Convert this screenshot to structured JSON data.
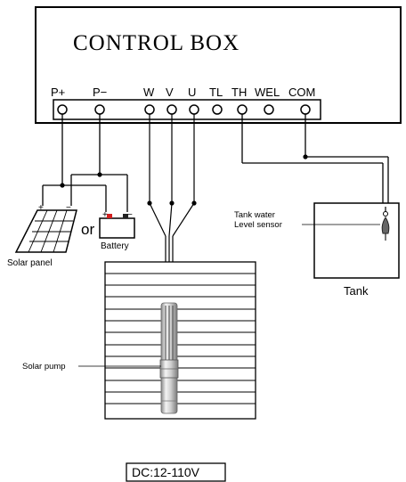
{
  "control_box": {
    "title": "CONTROL BOX",
    "terminals": [
      "P+",
      "P−",
      "W",
      "V",
      "U",
      "TL",
      "TH",
      "WEL",
      "COM"
    ]
  },
  "solar_panel": {
    "label": "Solar panel",
    "plus": "+",
    "minus": "−"
  },
  "or_text": "or",
  "battery": {
    "label": "Battery",
    "plus": "+",
    "minus": "−"
  },
  "tank": {
    "label": "Tank",
    "sensor_line1": "Tank water",
    "sensor_line2": "Level sensor"
  },
  "pump": {
    "label": "Solar pump"
  },
  "voltage_label": "DC:12-110V"
}
